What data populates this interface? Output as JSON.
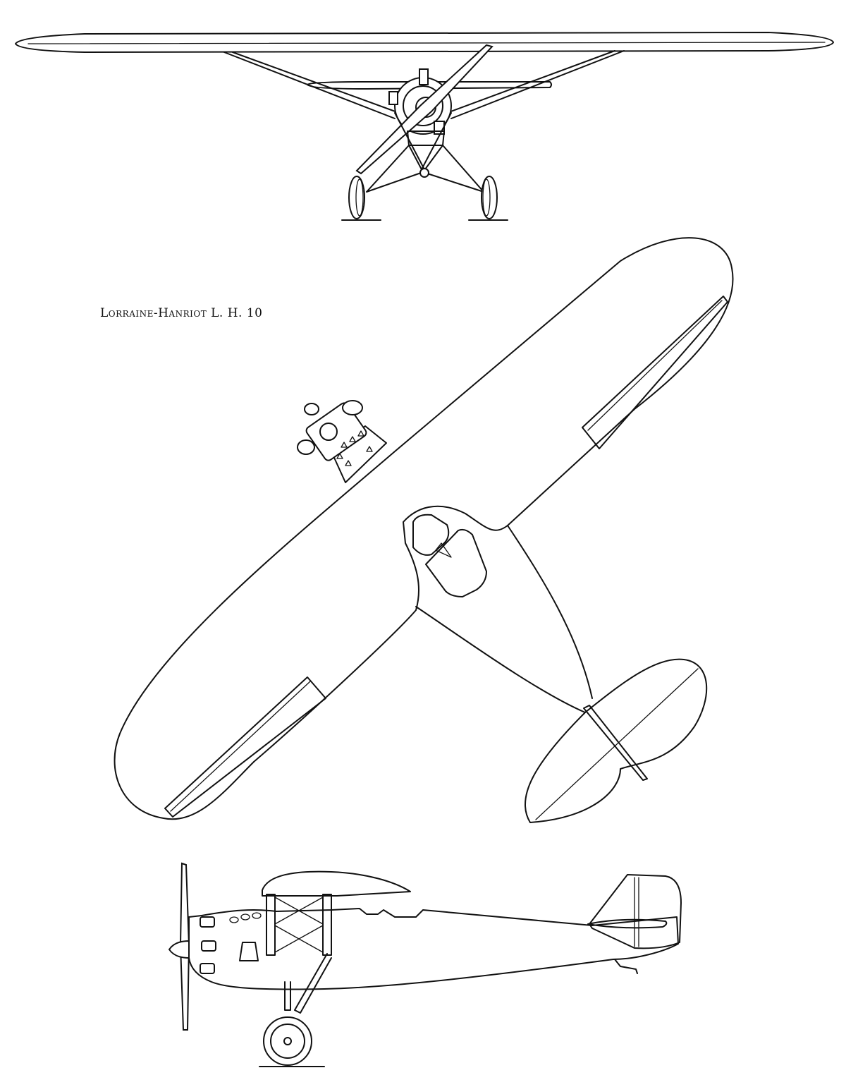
{
  "title": "Lorraine-Hanriot L. H. 10",
  "views": [
    {
      "view": "front-view"
    },
    {
      "view": "plan-view"
    },
    {
      "view": "side-view"
    }
  ]
}
